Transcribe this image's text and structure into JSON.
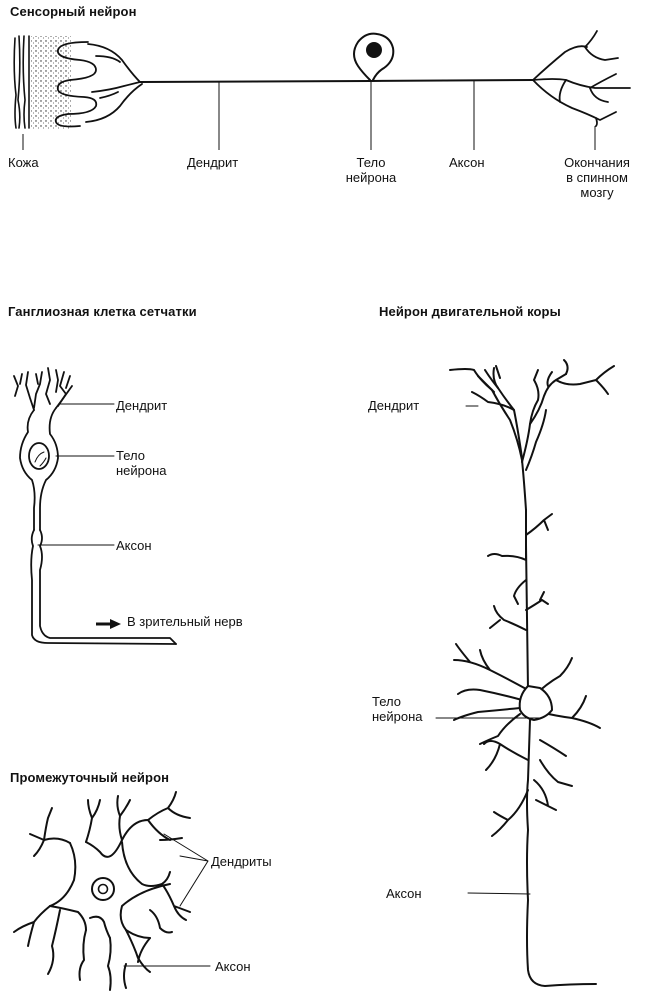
{
  "sensory_neuron": {
    "title": "Сенсорный нейрон",
    "labels": {
      "skin": "Кожа",
      "dendrite": "Дендрит",
      "cell_body_line1": "Тело",
      "cell_body_line2": "нейрона",
      "axon": "Аксон",
      "endings_line1": "Окончания",
      "endings_line2": "в спинном",
      "endings_line3": "мозгу"
    }
  },
  "retinal_ganglion_cell": {
    "title": "Ганглиозная клетка сетчатки",
    "labels": {
      "dendrite": "Дендрит",
      "cell_body_line1": "Тело",
      "cell_body_line2": "нейрона",
      "axon": "Аксон",
      "optic_nerve": "В зрительный нерв"
    },
    "arrow_icon": "right-arrow"
  },
  "motor_cortex_neuron": {
    "title": "Нейрон двигательной коры",
    "labels": {
      "dendrite": "Дендрит",
      "cell_body_line1": "Тело",
      "cell_body_line2": "нейрона",
      "axon": "Аксон"
    }
  },
  "interneuron": {
    "title": "Промежуточный нейрон",
    "labels": {
      "dendrites": "Дендриты",
      "axon": "Аксон"
    }
  }
}
